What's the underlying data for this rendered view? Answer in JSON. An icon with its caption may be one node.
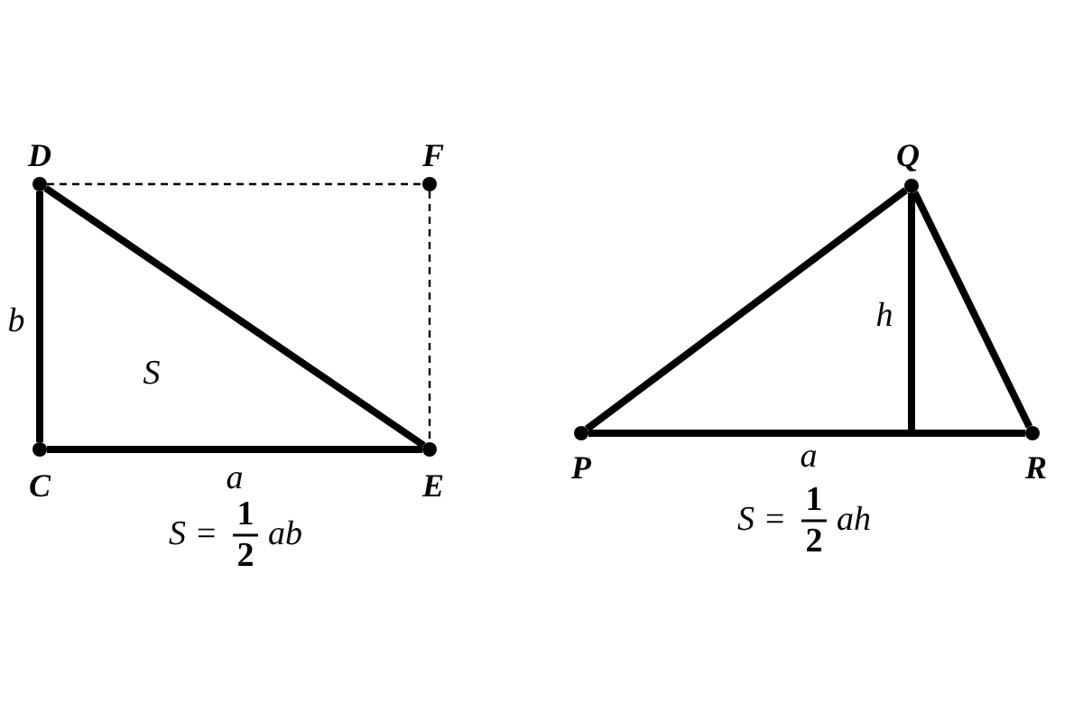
{
  "diagram": {
    "nodes": [
      {
        "text": [
          "D"
        ]
      },
      {
        "text": [
          "F"
        ]
      },
      {
        "text": [
          "C"
        ]
      },
      {
        "text": [
          "E"
        ]
      },
      {
        "text": [
          "Q"
        ]
      },
      {
        "text": [
          "P"
        ]
      },
      {
        "text": [
          "R"
        ]
      }
    ],
    "edges": [
      {
        "from": 0,
        "to": 2,
        "arrow": "none"
      },
      {
        "from": 2,
        "to": 3,
        "arrow": "none"
      },
      {
        "from": 0,
        "to": 3,
        "arrow": "none"
      },
      {
        "from": 0,
        "to": 1,
        "arrow": "none",
        "style": "dashed"
      },
      {
        "from": 1,
        "to": 3,
        "arrow": "none",
        "style": "dashed"
      },
      {
        "from": 4,
        "to": 5,
        "arrow": "none"
      },
      {
        "from": 5,
        "to": 6,
        "arrow": "none"
      },
      {
        "from": 6,
        "to": 4,
        "arrow": "none"
      },
      {
        "from": 4,
        "to": null,
        "arrow": "none"
      }
    ],
    "labels": [
      "b",
      "S",
      "a",
      "S =",
      "1",
      "2",
      "ab",
      "h",
      "a",
      "S =",
      "1",
      "2",
      "ah"
    ]
  }
}
